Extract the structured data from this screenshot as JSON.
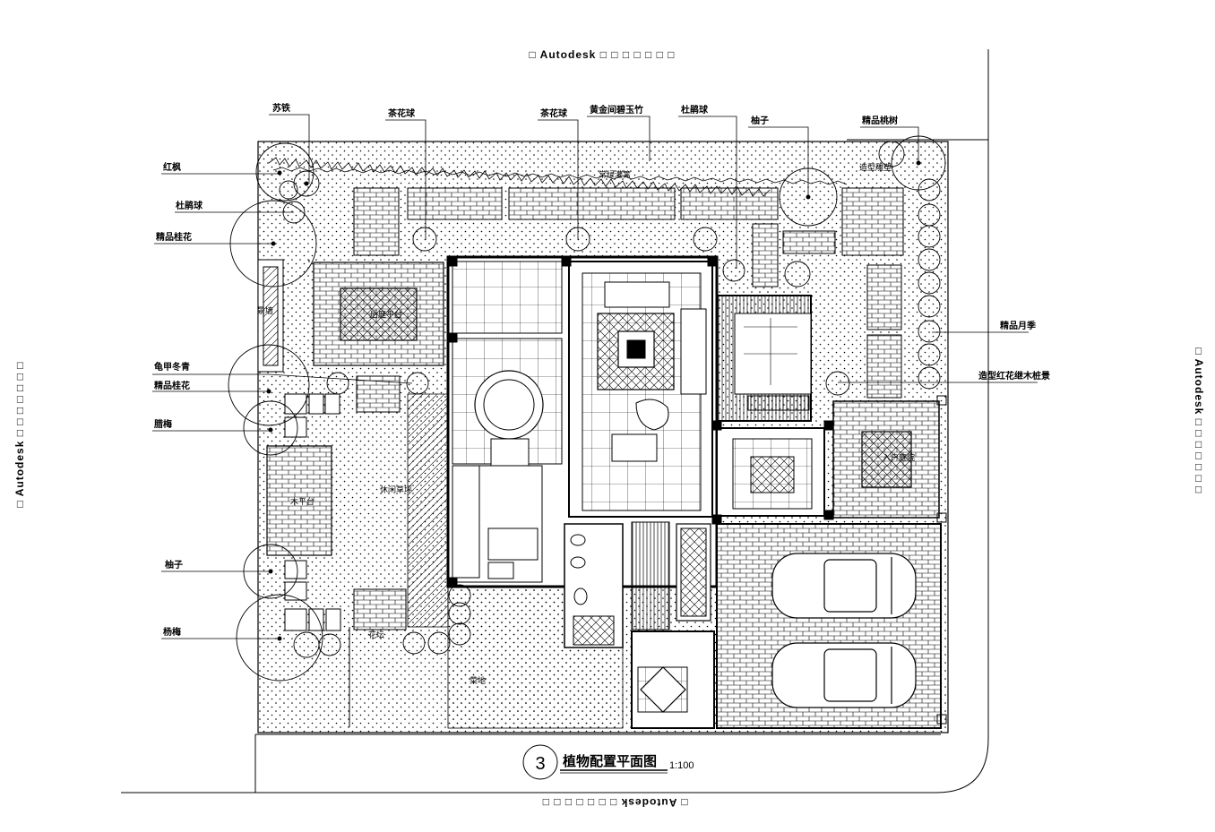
{
  "watermark": {
    "top": "□  Autodesk □ □ □ □ □ □ □",
    "bottom": "□  Autodesk □ □ □ □ □ □ □",
    "left": "□  Autodesk □ □ □ □ □ □ □",
    "right": "□  Autodesk □ □ □ □ □ □ □"
  },
  "title": {
    "number": "3",
    "name": "植物配置平面图",
    "scale": "1:100"
  },
  "plant_labels": {
    "top": [
      "苏铁",
      "茶花球",
      "茶花球",
      "黄金间碧玉竹",
      "杜鹃球",
      "柚子",
      "精品桃树"
    ],
    "left": [
      "红枫",
      "杜鹃球",
      "精品桂花",
      "龟甲冬青",
      "精品桂花",
      "腊梅",
      "柚子",
      "杨梅"
    ],
    "right": [
      "精品月季",
      "造型红花继木桩景"
    ]
  },
  "room_labels": {
    "rear_terrace": "后庭平台",
    "wood_platform": "木平台",
    "leisure_lawn": "休闲草坪",
    "entry_court": "入户庭院",
    "vegetable": "菜地",
    "flower_bed": "花坛",
    "hedge": "常绿灌篱",
    "sculpture": "造型雕塑",
    "wall": "景墙"
  },
  "colors": {
    "line": "#000000",
    "background": "#ffffff"
  }
}
